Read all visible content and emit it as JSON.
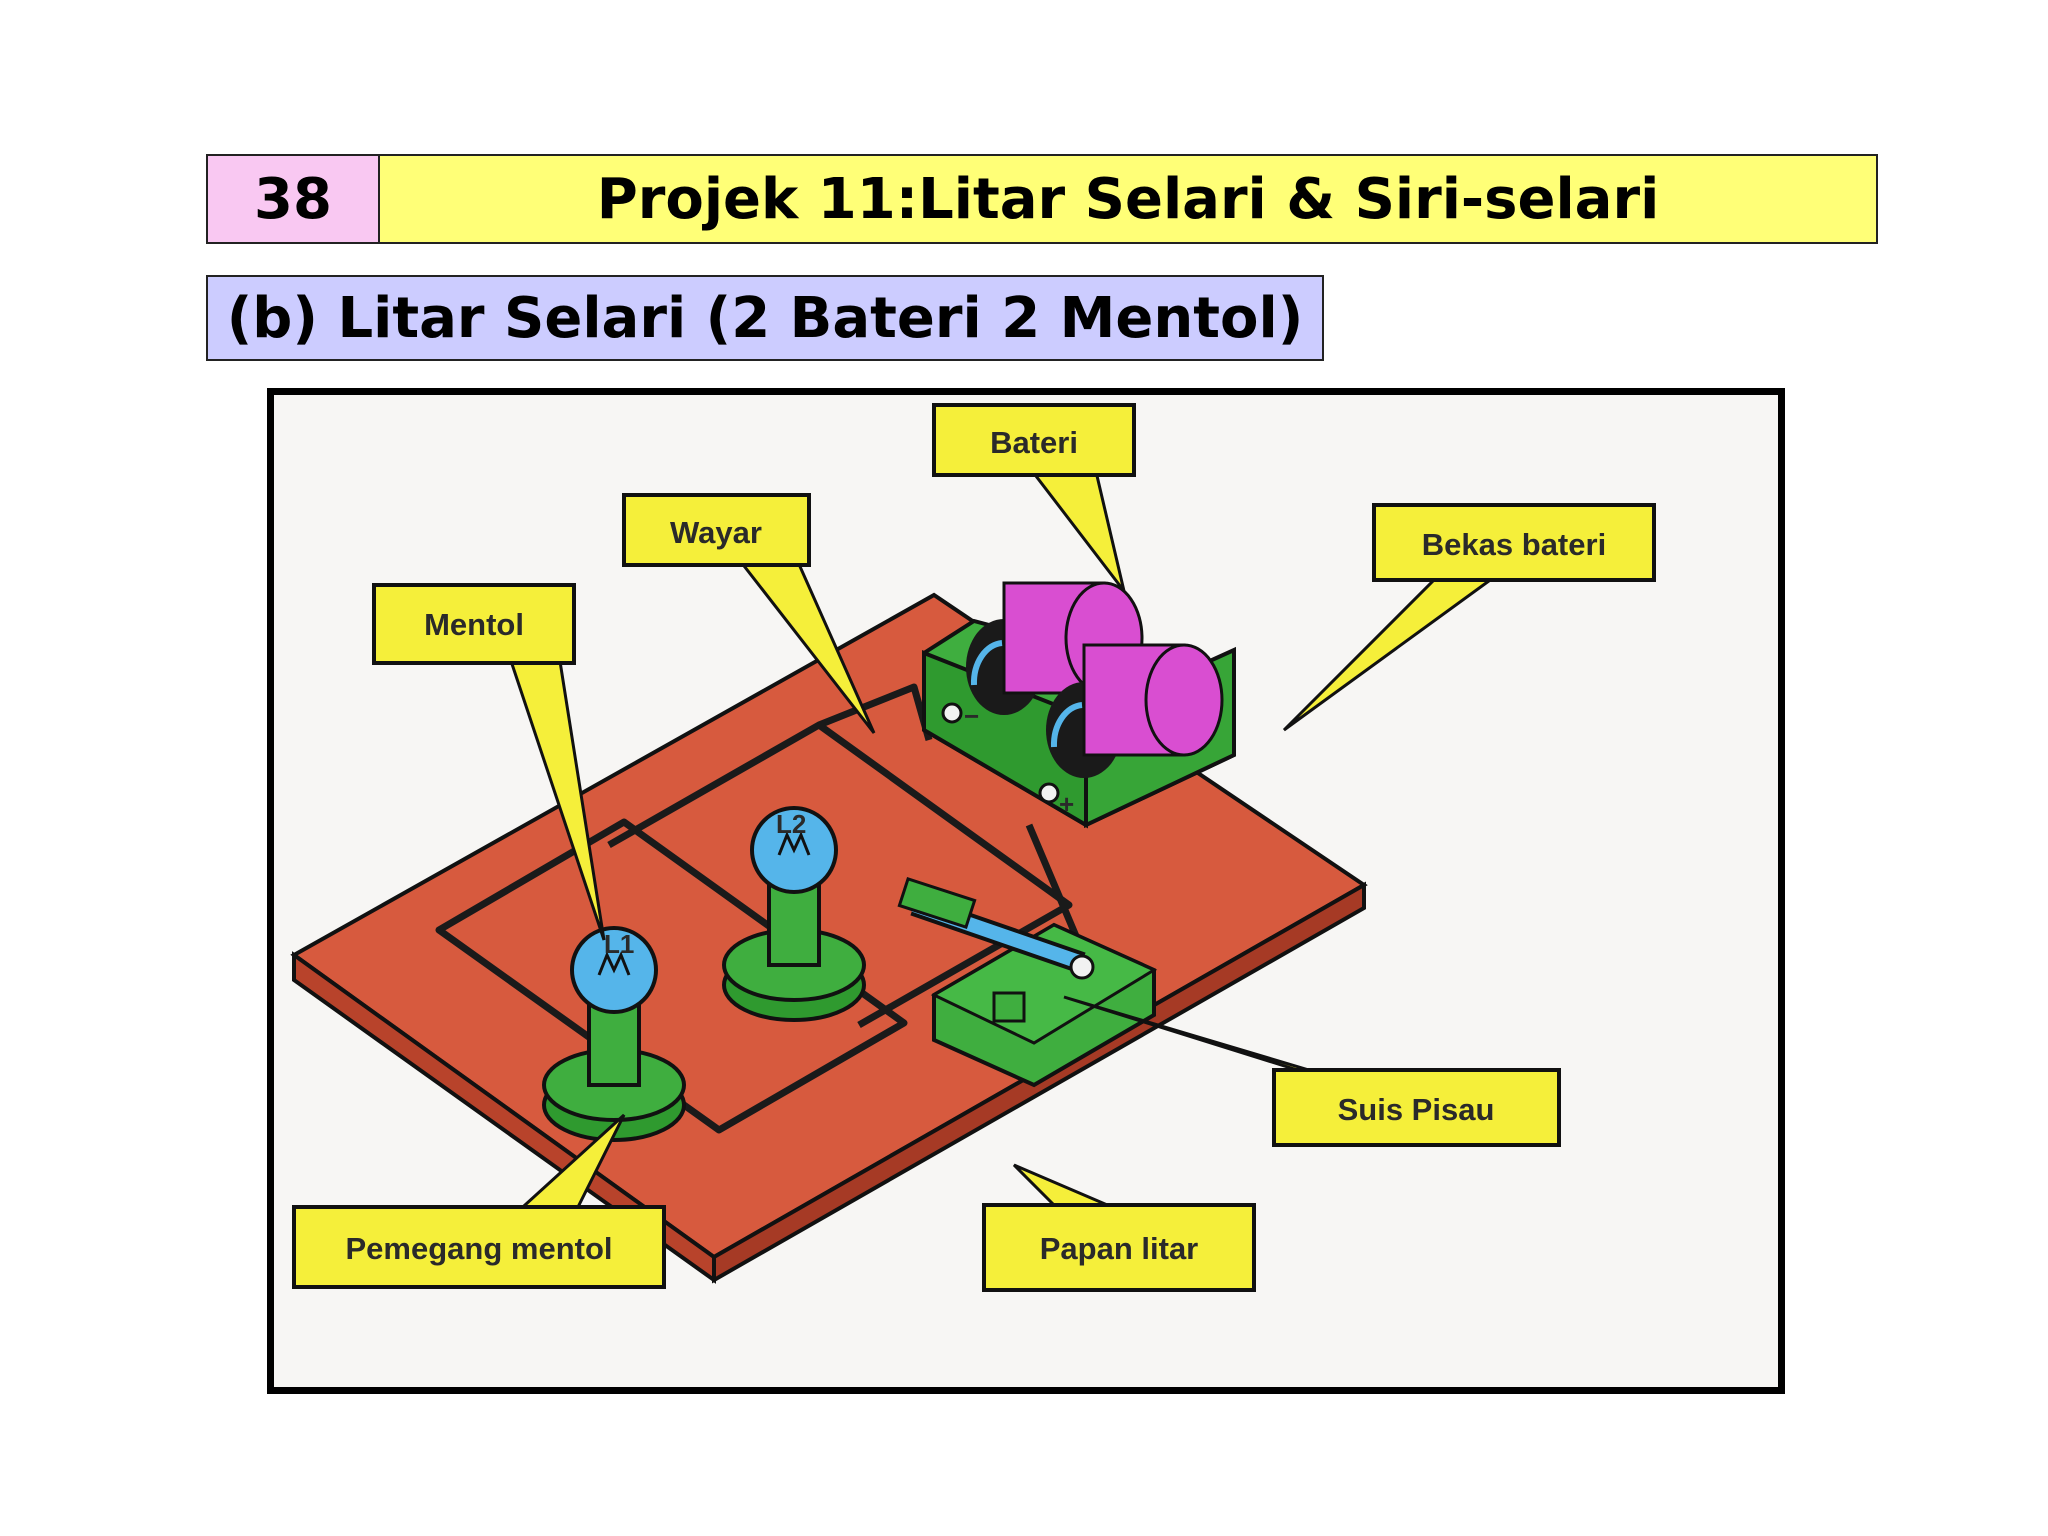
{
  "header": {
    "page_number": "38",
    "title": "Projek 11:Litar Selari & Siri-selari"
  },
  "subtitle": "(b) Litar Selari (2 Bateri 2 Mentol)",
  "labels": {
    "bateri": "Bateri",
    "bekas_bateri": "Bekas bateri",
    "wayar": "Wayar",
    "mentol": "Mentol",
    "suis_pisau": "Suis Pisau",
    "pemegang_mentol": "Pemegang mentol",
    "papan_litar": "Papan litar",
    "l1": "L1",
    "l2": "L2",
    "minus": "−",
    "plus": "+"
  },
  "colors": {
    "page_number_bg": "#f9c8f2",
    "title_bg": "#ffff77",
    "subtitle_bg": "#ccccff",
    "board": "#d75a3e",
    "board_edge": "#b8432b",
    "component_green": "#3fae3f",
    "battery_magenta": "#d94ed1",
    "bulb_blue": "#55b5ea",
    "callout_yellow": "#f5ef3a"
  }
}
